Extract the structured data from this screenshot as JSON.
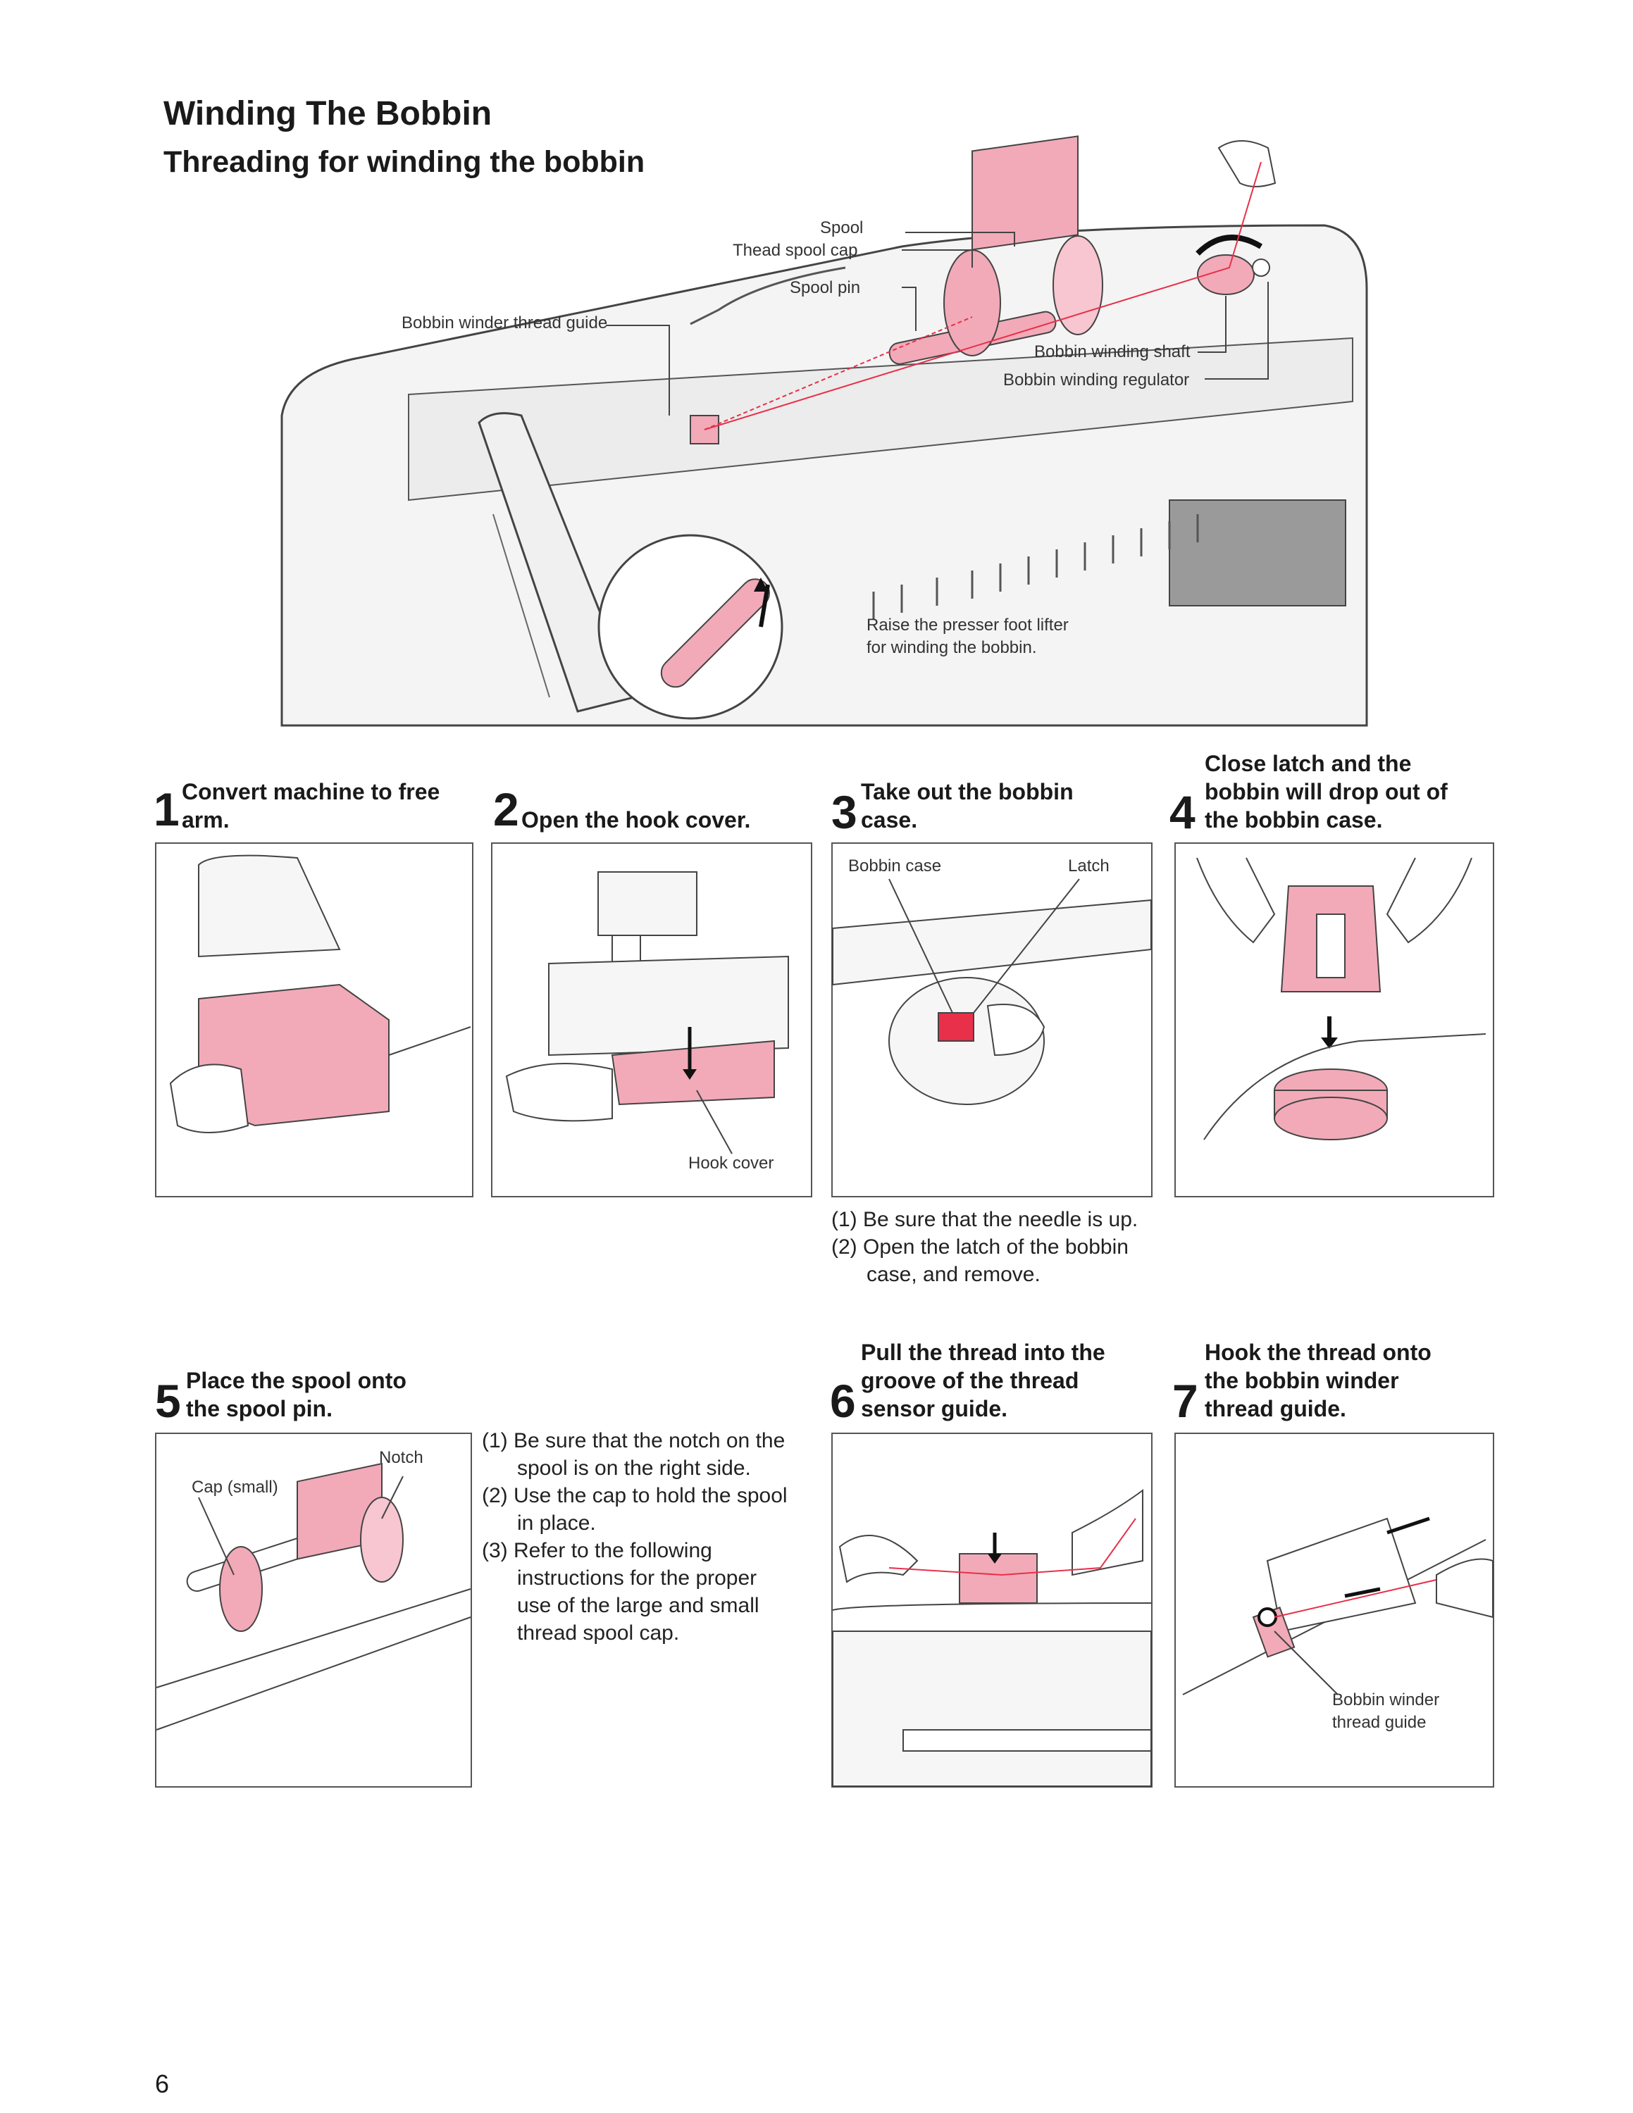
{
  "section_title": "Winding The Bobbin",
  "subsection_title": "Threading for winding the bobbin",
  "main_diagram": {
    "labels": {
      "spool": "Spool",
      "thread_spool_cap": "Thead spool cap",
      "spool_pin": "Spool pin",
      "bobbin_winder_thread_guide": "Bobbin winder thread guide",
      "bobbin_winding_shaft": "Bobbin winding shaft",
      "bobbin_winding_regulator": "Bobbin winding regulator",
      "raise_presser_line1": "Raise the presser foot lifter",
      "raise_presser_line2": "for winding the bobbin."
    }
  },
  "steps": [
    {
      "number": "1",
      "title_line1": "Convert machine to free",
      "title_line2": "arm."
    },
    {
      "number": "2",
      "title_line1": "Open the hook cover.",
      "label": "Hook cover"
    },
    {
      "number": "3",
      "title_line1": "Take out the bobbin",
      "title_line2": "case.",
      "label_a": "Bobbin case",
      "label_b": "Latch",
      "notes": [
        "(1) Be sure that the needle is up.",
        "(2) Open the latch of the bobbin case, and remove."
      ]
    },
    {
      "number": "4",
      "title_line1": "Close latch and the",
      "title_line2": "bobbin will drop out of",
      "title_line3": "the bobbin case."
    },
    {
      "number": "5",
      "title_line1": "Place the spool onto",
      "title_line2": "the spool pin.",
      "label_a": "Cap (small)",
      "label_b": "Notch",
      "notes": [
        "(1) Be sure that the notch on the spool is on the right side.",
        "(2) Use the cap to hold the spool in place.",
        "(3) Refer to the following instructions for the proper use of the large and small thread spool cap."
      ]
    },
    {
      "number": "6",
      "title_line1": "Pull the thread into the",
      "title_line2": "groove of the thread",
      "title_line3": "sensor guide."
    },
    {
      "number": "7",
      "title_line1": "Hook the thread onto",
      "title_line2": "the bobbin winder",
      "title_line3": "thread guide.",
      "label_line1": "Bobbin winder",
      "label_line2": "thread guide"
    }
  ],
  "page_number": "6",
  "colors": {
    "accent_pink": "#f2aab8",
    "thread_red": "#e8304a",
    "machine_gray": "#eeeeee"
  }
}
